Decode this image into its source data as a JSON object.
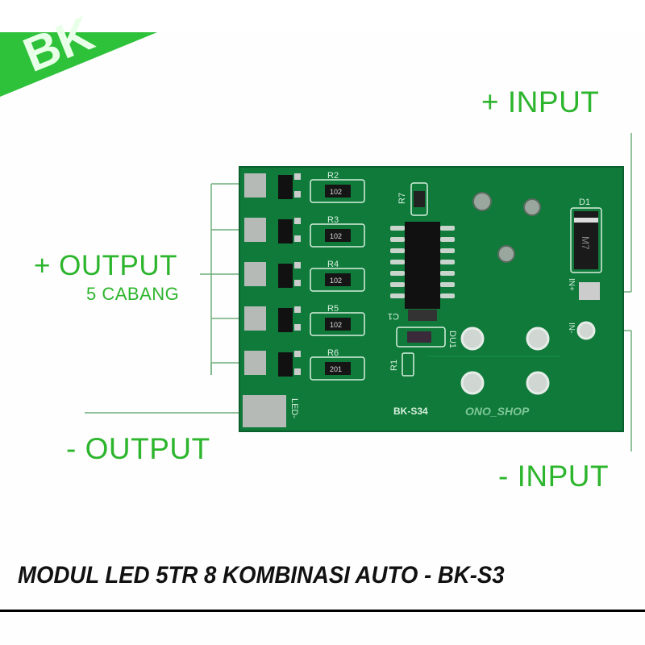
{
  "banner": {
    "text": "BK",
    "color": "#2ec13a"
  },
  "labels": {
    "plus_input": "+ INPUT",
    "plus_output": "+ OUTPUT",
    "branches": "5 CABANG",
    "minus_output": "- OUTPUT",
    "minus_input": "- INPUT"
  },
  "board": {
    "color": "#0f7a3a",
    "resistors": [
      {
        "ref": "R2",
        "code": "102"
      },
      {
        "ref": "R3",
        "code": "102"
      },
      {
        "ref": "R4",
        "code": "102"
      },
      {
        "ref": "R5",
        "code": "102"
      },
      {
        "ref": "R6",
        "code": "201"
      }
    ],
    "r7": "R7",
    "c1": "C1",
    "r1": "R1",
    "du": "DU1",
    "d1": "D1",
    "d1_code": "M7",
    "in_plus": "IN+",
    "in_minus": "IN-",
    "led_minus": "LED-",
    "model": "BK-S34",
    "shop": "ONO_SHOP"
  },
  "title": "MODUL LED 5TR 8 KOMBINASI AUTO - BK-S3",
  "colors": {
    "label_green": "#2db52d"
  }
}
